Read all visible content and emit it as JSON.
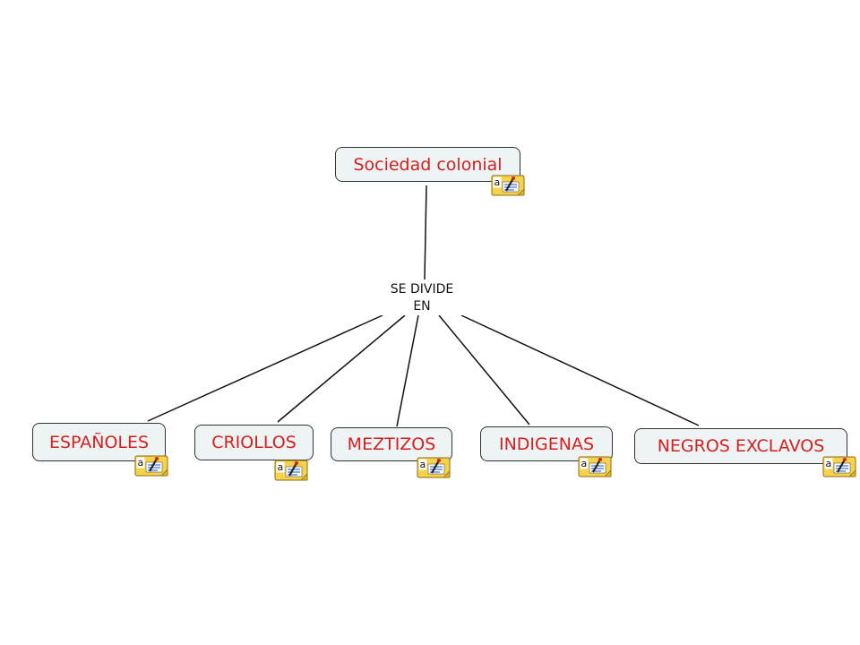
{
  "concept_map": {
    "root": {
      "label": "Sociedad colonial",
      "has_note": true
    },
    "linking_phrase": {
      "line1": "SE DIVIDE",
      "line2": "EN"
    },
    "children": [
      {
        "label": "ESPAÑOLES",
        "has_note": true
      },
      {
        "label": "CRIOLLOS",
        "has_note": true
      },
      {
        "label": "MEZTIZOS",
        "has_note": true
      },
      {
        "label": "INDIGENAS",
        "has_note": true
      },
      {
        "label": "NEGROS EXCLAVOS",
        "has_note": true
      }
    ]
  },
  "colors": {
    "concept_text": "#d42020",
    "concept_fill": "#eef3f4",
    "concept_border": "#333333",
    "link_line": "#111111",
    "note_icon_fill": "#f6d34a"
  },
  "icons": {
    "note": "annotation-note-icon"
  }
}
